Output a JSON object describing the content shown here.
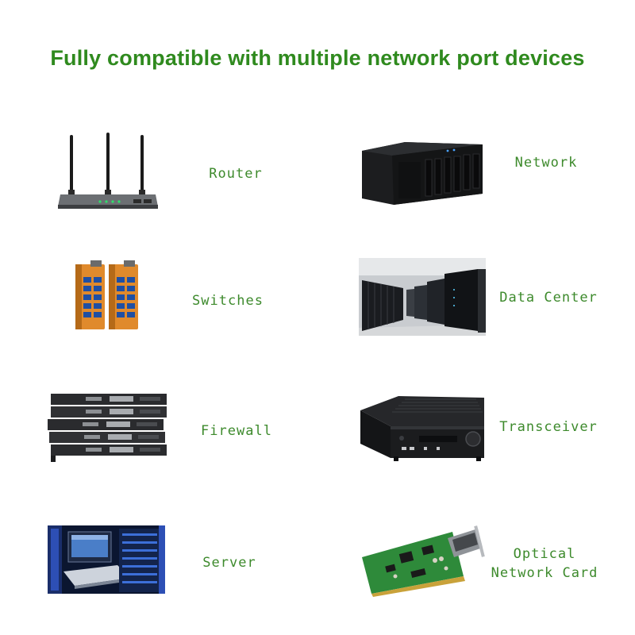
{
  "headline": "Fully compatible with multiple network port devices",
  "devices": [
    {
      "label": "Router",
      "icon": "router-icon"
    },
    {
      "label": "Network",
      "icon": "nas-icon"
    },
    {
      "label": "Switches",
      "icon": "switch-icon"
    },
    {
      "label": "Data Center",
      "icon": "data-center-icon"
    },
    {
      "label": "Firewall",
      "icon": "firewall-icon"
    },
    {
      "label": "Transceiver",
      "icon": "transceiver-icon"
    },
    {
      "label": "Server",
      "icon": "server-rack-icon"
    },
    {
      "label_lines": [
        "Optical",
        "Network Card"
      ],
      "icon": "network-card-icon"
    }
  ],
  "colors": {
    "heading": "#2f8a1e",
    "label": "#3d8a2c",
    "background": "#ffffff"
  }
}
